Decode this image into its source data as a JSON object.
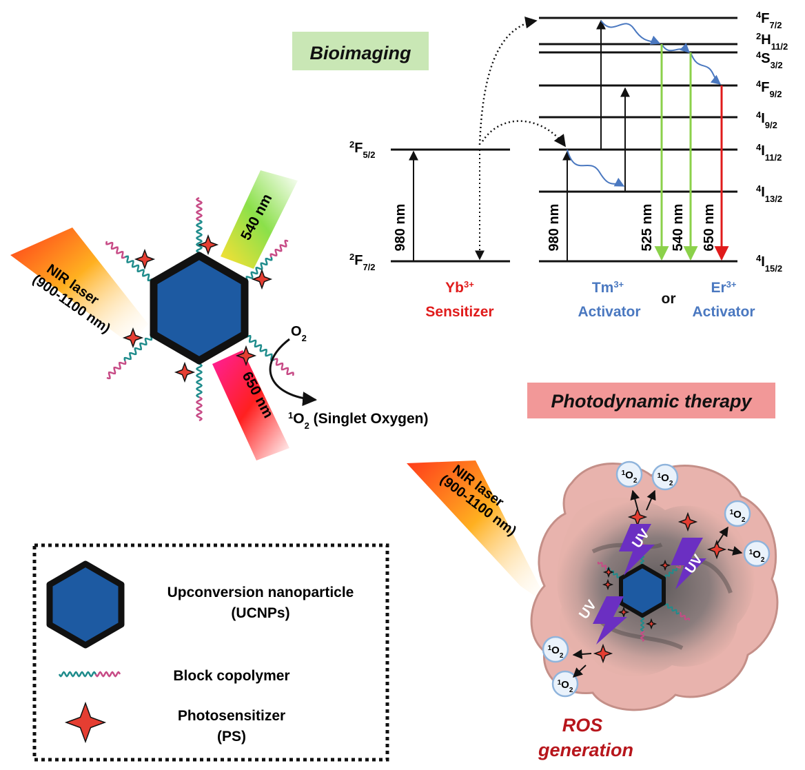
{
  "colors": {
    "hexagon_fill": "#1d5aa2",
    "hexagon_stroke": "#111111",
    "polymer_teal": "#1f8c8c",
    "polymer_pink": "#c74b86",
    "ps_star": "#e53e32",
    "sensitizer_red": "#e01b1b",
    "activator_blue": "#4a78c0",
    "green_emission": "#8bd14a",
    "red_emission": "#e01b1b",
    "bioimaging_bg": "#c9e7b5",
    "pdt_bg": "#f29898",
    "ros_text": "#b7161c",
    "tumor_fill": "#e8b3ad"
  },
  "labels": {
    "bioimaging": "Bioimaging",
    "photodynamic_therapy": "Photodynamic therapy",
    "ros_line1": "ROS",
    "ros_line2": "generation",
    "nir_laser": "NIR laser",
    "nir_range": "(900-1100 nm)",
    "band_540": "540 nm",
    "band_650": "650 nm",
    "o2": "O",
    "o2_sub": "2",
    "singlet_sup": "1",
    "singlet_o": "O",
    "singlet_sub": "2",
    "singlet_rest": " (Singlet Oxygen)",
    "uv": "UV"
  },
  "energy_diagram": {
    "yb_upper": {
      "main": "F",
      "sup": "2",
      "sub": "5/2"
    },
    "yb_lower": {
      "main": "F",
      "sup": "2",
      "sub": "7/2"
    },
    "excitation_yb": "980 nm",
    "excitation_act": "980 nm",
    "emission_525": "525 nm",
    "emission_540": "540 nm",
    "emission_650": "650 nm",
    "levels": [
      {
        "main": "F",
        "sup": "4",
        "sub": "7/2"
      },
      {
        "main": "H",
        "sup": "2",
        "sub": "11/2"
      },
      {
        "main": "S",
        "sup": "4",
        "sub": "3/2"
      },
      {
        "main": "F",
        "sup": "4",
        "sub": "9/2"
      },
      {
        "main": "I",
        "sup": "4",
        "sub": "9/2"
      },
      {
        "main": "I",
        "sup": "4",
        "sub": "11/2"
      },
      {
        "main": "I",
        "sup": "4",
        "sub": "13/2"
      },
      {
        "main": "I",
        "sup": "4",
        "sub": "15/2"
      }
    ],
    "yb_name": "Yb",
    "yb_charge": "3+",
    "yb_role": "Sensitizer",
    "tm_name": "Tm",
    "tm_charge": "3+",
    "tm_role": "Activator",
    "or": "or",
    "er_name": "Er",
    "er_charge": "3+",
    "er_role": "Activator"
  },
  "legend": {
    "ucnp_line1": "Upconversion nanoparticle",
    "ucnp_line2": "(UCNPs)",
    "copolymer": "Block copolymer",
    "ps_line1": "Photosensitizer",
    "ps_line2": "(PS)"
  }
}
